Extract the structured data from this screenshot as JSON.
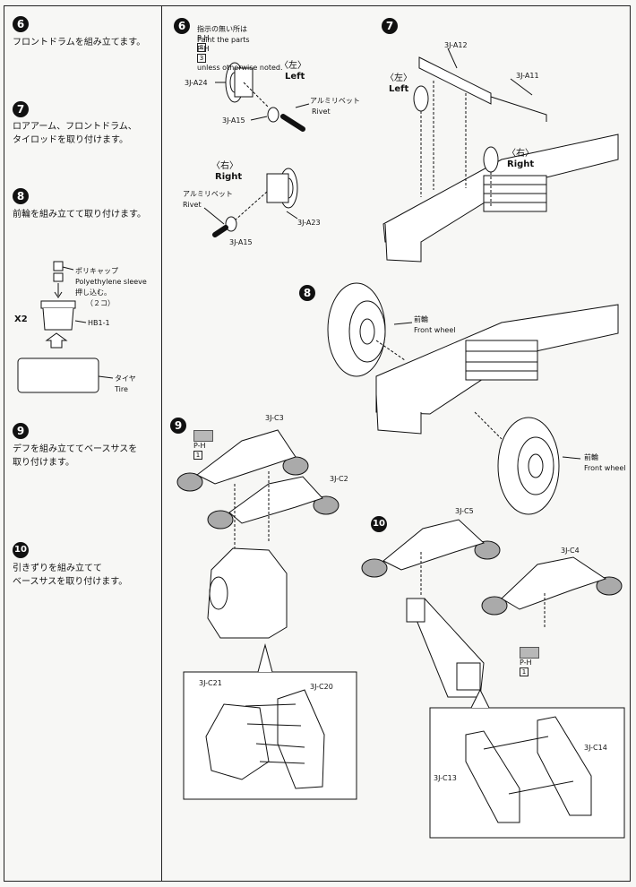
{
  "left_column": {
    "steps": [
      {
        "num": "6",
        "text": "フロントドラムを組み立てます。"
      },
      {
        "num": "7",
        "text": "ロアアーム、フロントドラム、\nタイロッドを取り付けます。"
      },
      {
        "num": "8",
        "text": "前輪を組み立てて取り付けます。"
      },
      {
        "num": "9",
        "text": "デフを組み立ててベースサスを\n取り付けます。"
      },
      {
        "num": "10",
        "text": "引きずりを組み立てて\nベースサスを取り付けます。"
      }
    ],
    "tire_detail": {
      "poly_jp": "ポリキャップ",
      "poly_en": "Polyethylene sleeve",
      "push_in": "押し込む。",
      "count": "（２コ）",
      "multiplier": "X2",
      "hub": "HB1-1",
      "tire_jp": "タイヤ",
      "tire_en": "Tire"
    }
  },
  "step6": {
    "num": "6",
    "note_jp": "指示の無い所は",
    "note_en": "Paint the parts",
    "note_en_tail": "unless otherwise noted.",
    "paint_prefix": "P-H",
    "paint_code": "3",
    "left_jp": "〈左〉",
    "left_en": "Left",
    "right_jp": "〈右〉",
    "right_en": "Right",
    "rivet_jp": "アルミリベット",
    "rivet_en": "Rivet",
    "parts": [
      "3J-A24",
      "3J-A15",
      "3J-A23",
      "3J-A15"
    ]
  },
  "step7": {
    "num": "7",
    "left_jp": "〈左〉",
    "left_en": "Left",
    "right_jp": "〈右〉",
    "right_en": "Right",
    "parts": [
      "3J-A12",
      "3J-A11"
    ]
  },
  "step8": {
    "num": "8",
    "wheel_jp": "前輪",
    "wheel_en": "Front wheel"
  },
  "step9": {
    "num": "9",
    "paint_prefix": "P-H",
    "paint_code": "1",
    "parts": [
      "3J-C3",
      "3J-C2",
      "3J-C21",
      "3J-C20"
    ]
  },
  "step10": {
    "num": "10",
    "paint_prefix": "P-H",
    "paint_code": "1",
    "parts": [
      "3J-C5",
      "3J-C4",
      "3J-C13",
      "3J-C14"
    ]
  },
  "colors": {
    "ink": "#111111",
    "paper": "#f7f7f5",
    "paint_swatch": "#b8b8b8"
  }
}
